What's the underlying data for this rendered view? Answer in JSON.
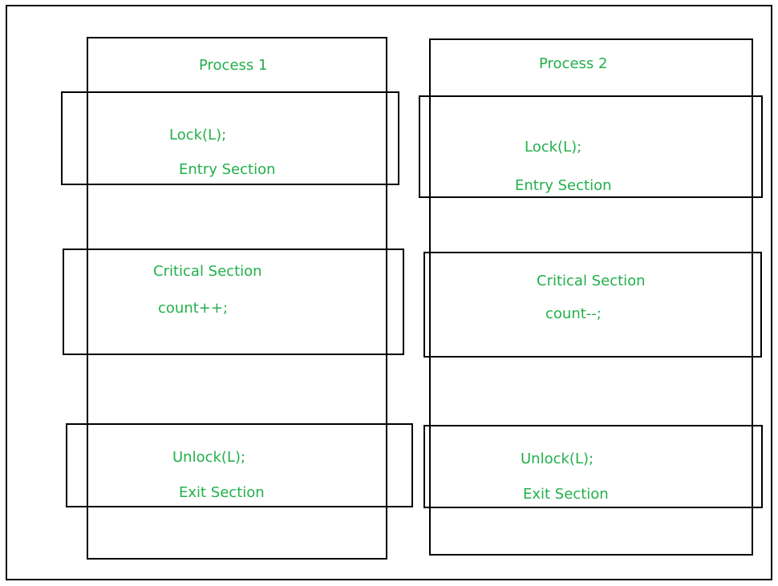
{
  "colors": {
    "text": "#22b04a",
    "border": "#000000",
    "background": "#ffffff"
  },
  "process1": {
    "title": "Process 1",
    "entry": {
      "code": "Lock(L);",
      "label": "Entry Section"
    },
    "critical": {
      "label": "Critical Section",
      "code": "count++;"
    },
    "exit": {
      "code": "Unlock(L);",
      "label": "Exit Section"
    }
  },
  "process2": {
    "title": "Process 2",
    "entry": {
      "code": "Lock(L);",
      "label": "Entry Section"
    },
    "critical": {
      "label": "Critical Section",
      "code": "count--;"
    },
    "exit": {
      "code": "Unlock(L);",
      "label": "Exit Section"
    }
  }
}
